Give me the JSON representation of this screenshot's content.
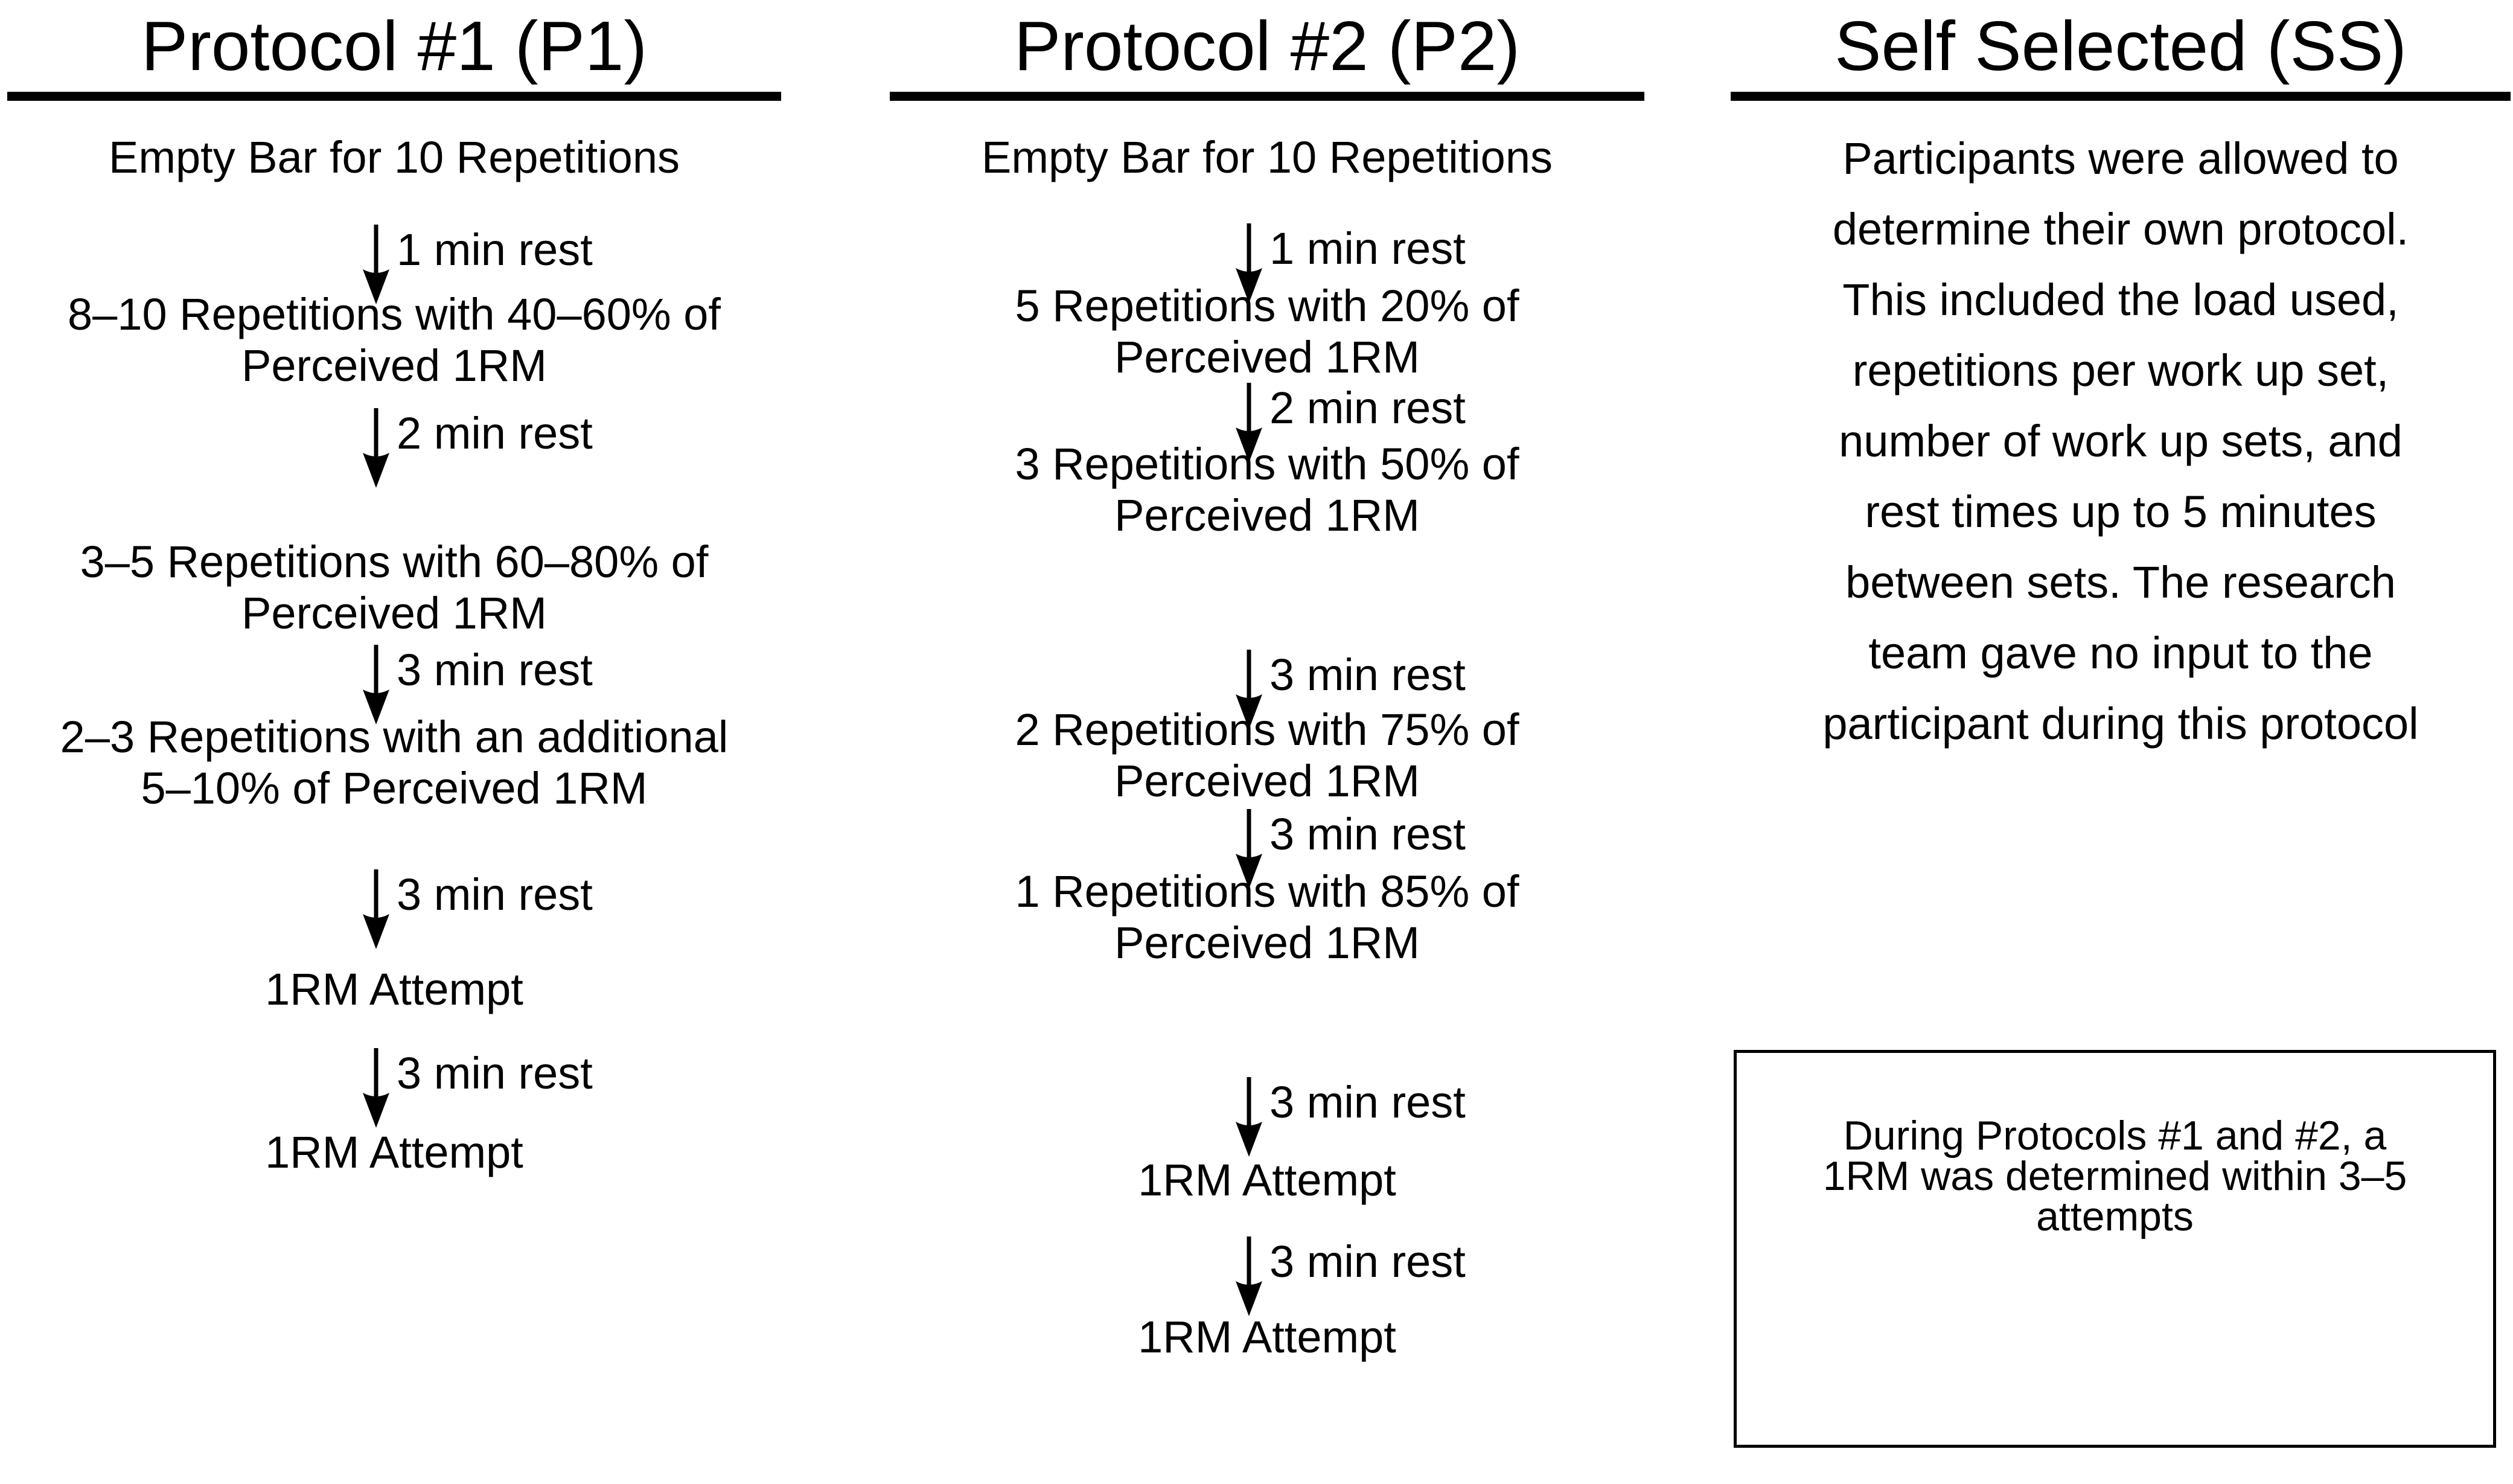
{
  "figure": {
    "columns": [
      {
        "id": "p1",
        "title": "Protocol #1 (P1)",
        "items": [
          {
            "kind": "step",
            "text": "Empty Bar for 10 Repetitions"
          },
          {
            "kind": "rest",
            "text": "1 min rest"
          },
          {
            "kind": "step",
            "text": "8–10 Repetitions with 40–60% of\nPerceived 1RM"
          },
          {
            "kind": "rest",
            "text": "2 min rest"
          },
          {
            "kind": "step",
            "text": "3–5 Repetitions with 60–80% of\nPerceived 1RM"
          },
          {
            "kind": "rest",
            "text": "3 min rest"
          },
          {
            "kind": "step",
            "text": "2–3 Repetitions with an additional\n5–10% of Perceived 1RM"
          },
          {
            "kind": "rest",
            "text": "3 min rest"
          },
          {
            "kind": "step",
            "text": "1RM Attempt"
          },
          {
            "kind": "rest",
            "text": "3 min rest"
          },
          {
            "kind": "step",
            "text": "1RM Attempt"
          }
        ]
      },
      {
        "id": "p2",
        "title": "Protocol #2 (P2)",
        "items": [
          {
            "kind": "step",
            "text": "Empty Bar for 10 Repetitions"
          },
          {
            "kind": "rest",
            "text": "1 min rest"
          },
          {
            "kind": "step",
            "text": "5 Repetitions with 20% of\nPerceived 1RM"
          },
          {
            "kind": "rest",
            "text": "2 min rest"
          },
          {
            "kind": "step",
            "text": "3 Repetitions with 50% of\nPerceived 1RM"
          },
          {
            "kind": "rest",
            "text": "3 min rest"
          },
          {
            "kind": "step",
            "text": "2 Repetitions with 75% of\nPerceived 1RM"
          },
          {
            "kind": "rest",
            "text": "3 min rest"
          },
          {
            "kind": "step",
            "text": "1 Repetitions with 85% of\nPerceived 1RM"
          },
          {
            "kind": "rest",
            "text": "3 min rest"
          },
          {
            "kind": "step",
            "text": "1RM Attempt"
          },
          {
            "kind": "rest",
            "text": "3 min rest"
          },
          {
            "kind": "step",
            "text": "1RM Attempt"
          }
        ]
      },
      {
        "id": "ss",
        "title": "Self Selected (SS)",
        "description": "Participants were allowed to\ndetermine their own protocol.\nThis included the load used,\nrepetitions per work up set,\nnumber of work up sets, and\nrest times up to 5 minutes\nbetween sets. The research\nteam gave no input to the\nparticipant during this protocol",
        "note": "During Protocols #1 and #2, a\n1RM was determined within 3–5\nattempts"
      }
    ]
  }
}
